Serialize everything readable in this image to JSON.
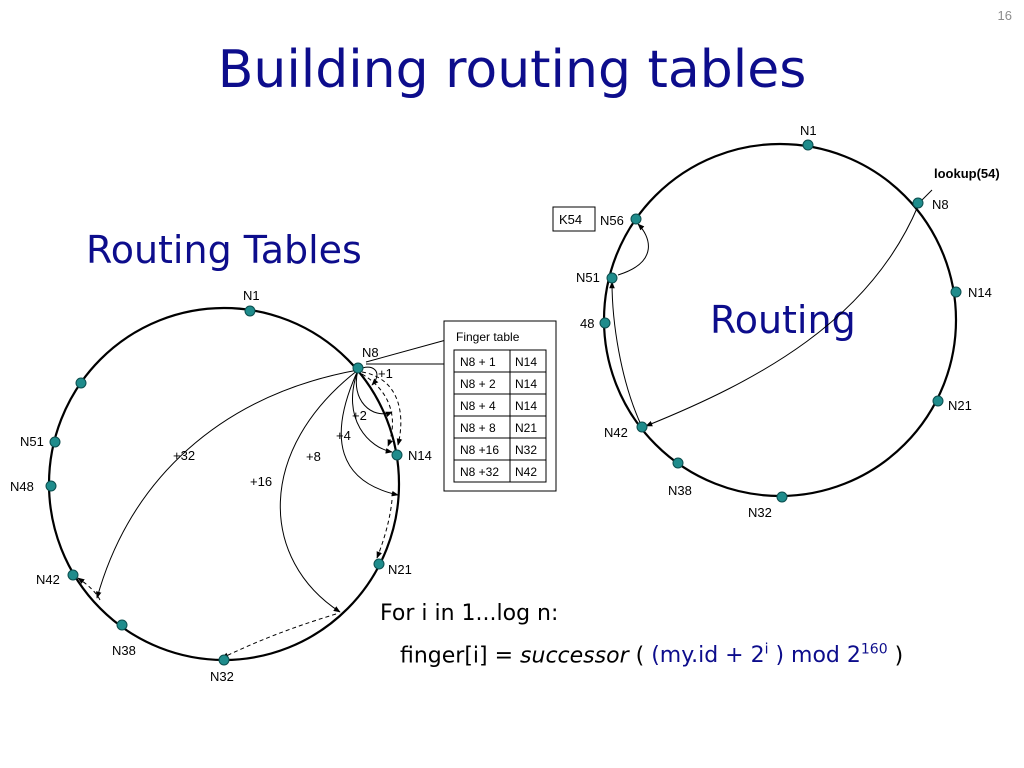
{
  "slide_number": "16",
  "title": "Building routing tables",
  "subtitle": "Routing Tables",
  "routing_label": "Routing",
  "left_ring": {
    "nodes": {
      "n1": "N1",
      "n8": "N8",
      "n14": "N14",
      "n21": "N21",
      "n32": "N32",
      "n38": "N38",
      "n42": "N42",
      "n48": "N48",
      "n51": "N51"
    },
    "arcs": {
      "p1": "+1",
      "p2": "+2",
      "p4": "+4",
      "p8": "+8",
      "p16": "+16",
      "p32": "+32"
    },
    "finger_table": {
      "title": "Finger table",
      "rows": [
        [
          "N8 + 1",
          "N14"
        ],
        [
          "N8 + 2",
          "N14"
        ],
        [
          "N8 + 4",
          "N14"
        ],
        [
          "N8 + 8",
          "N21"
        ],
        [
          "N8 +16",
          "N32"
        ],
        [
          "N8 +32",
          "N42"
        ]
      ]
    }
  },
  "right_ring": {
    "nodes": {
      "n1": "N1",
      "n8": "N8",
      "n14": "N14",
      "n21": "N21",
      "n32": "N32",
      "n38": "N38",
      "n42": "N42",
      "n48": "48",
      "n51": "N51",
      "n56": "N56"
    },
    "lookup": "lookup(54)",
    "key": "K54"
  },
  "formula": {
    "line1": "For i in 1...log n:",
    "line2_prefix": "finger[i] = ",
    "line2_func": "successor",
    "line2_open": " ( ",
    "line2_expr": "(my.id + 2",
    "line2_exp": "i",
    "line2_mod": " ) mod 2",
    "line2_mod_exp": "160",
    "line2_close": " )"
  },
  "colors": {
    "title": "#0d0d8c",
    "node_fill": "#1f8c8c",
    "node_stroke": "#0b4d4d"
  }
}
